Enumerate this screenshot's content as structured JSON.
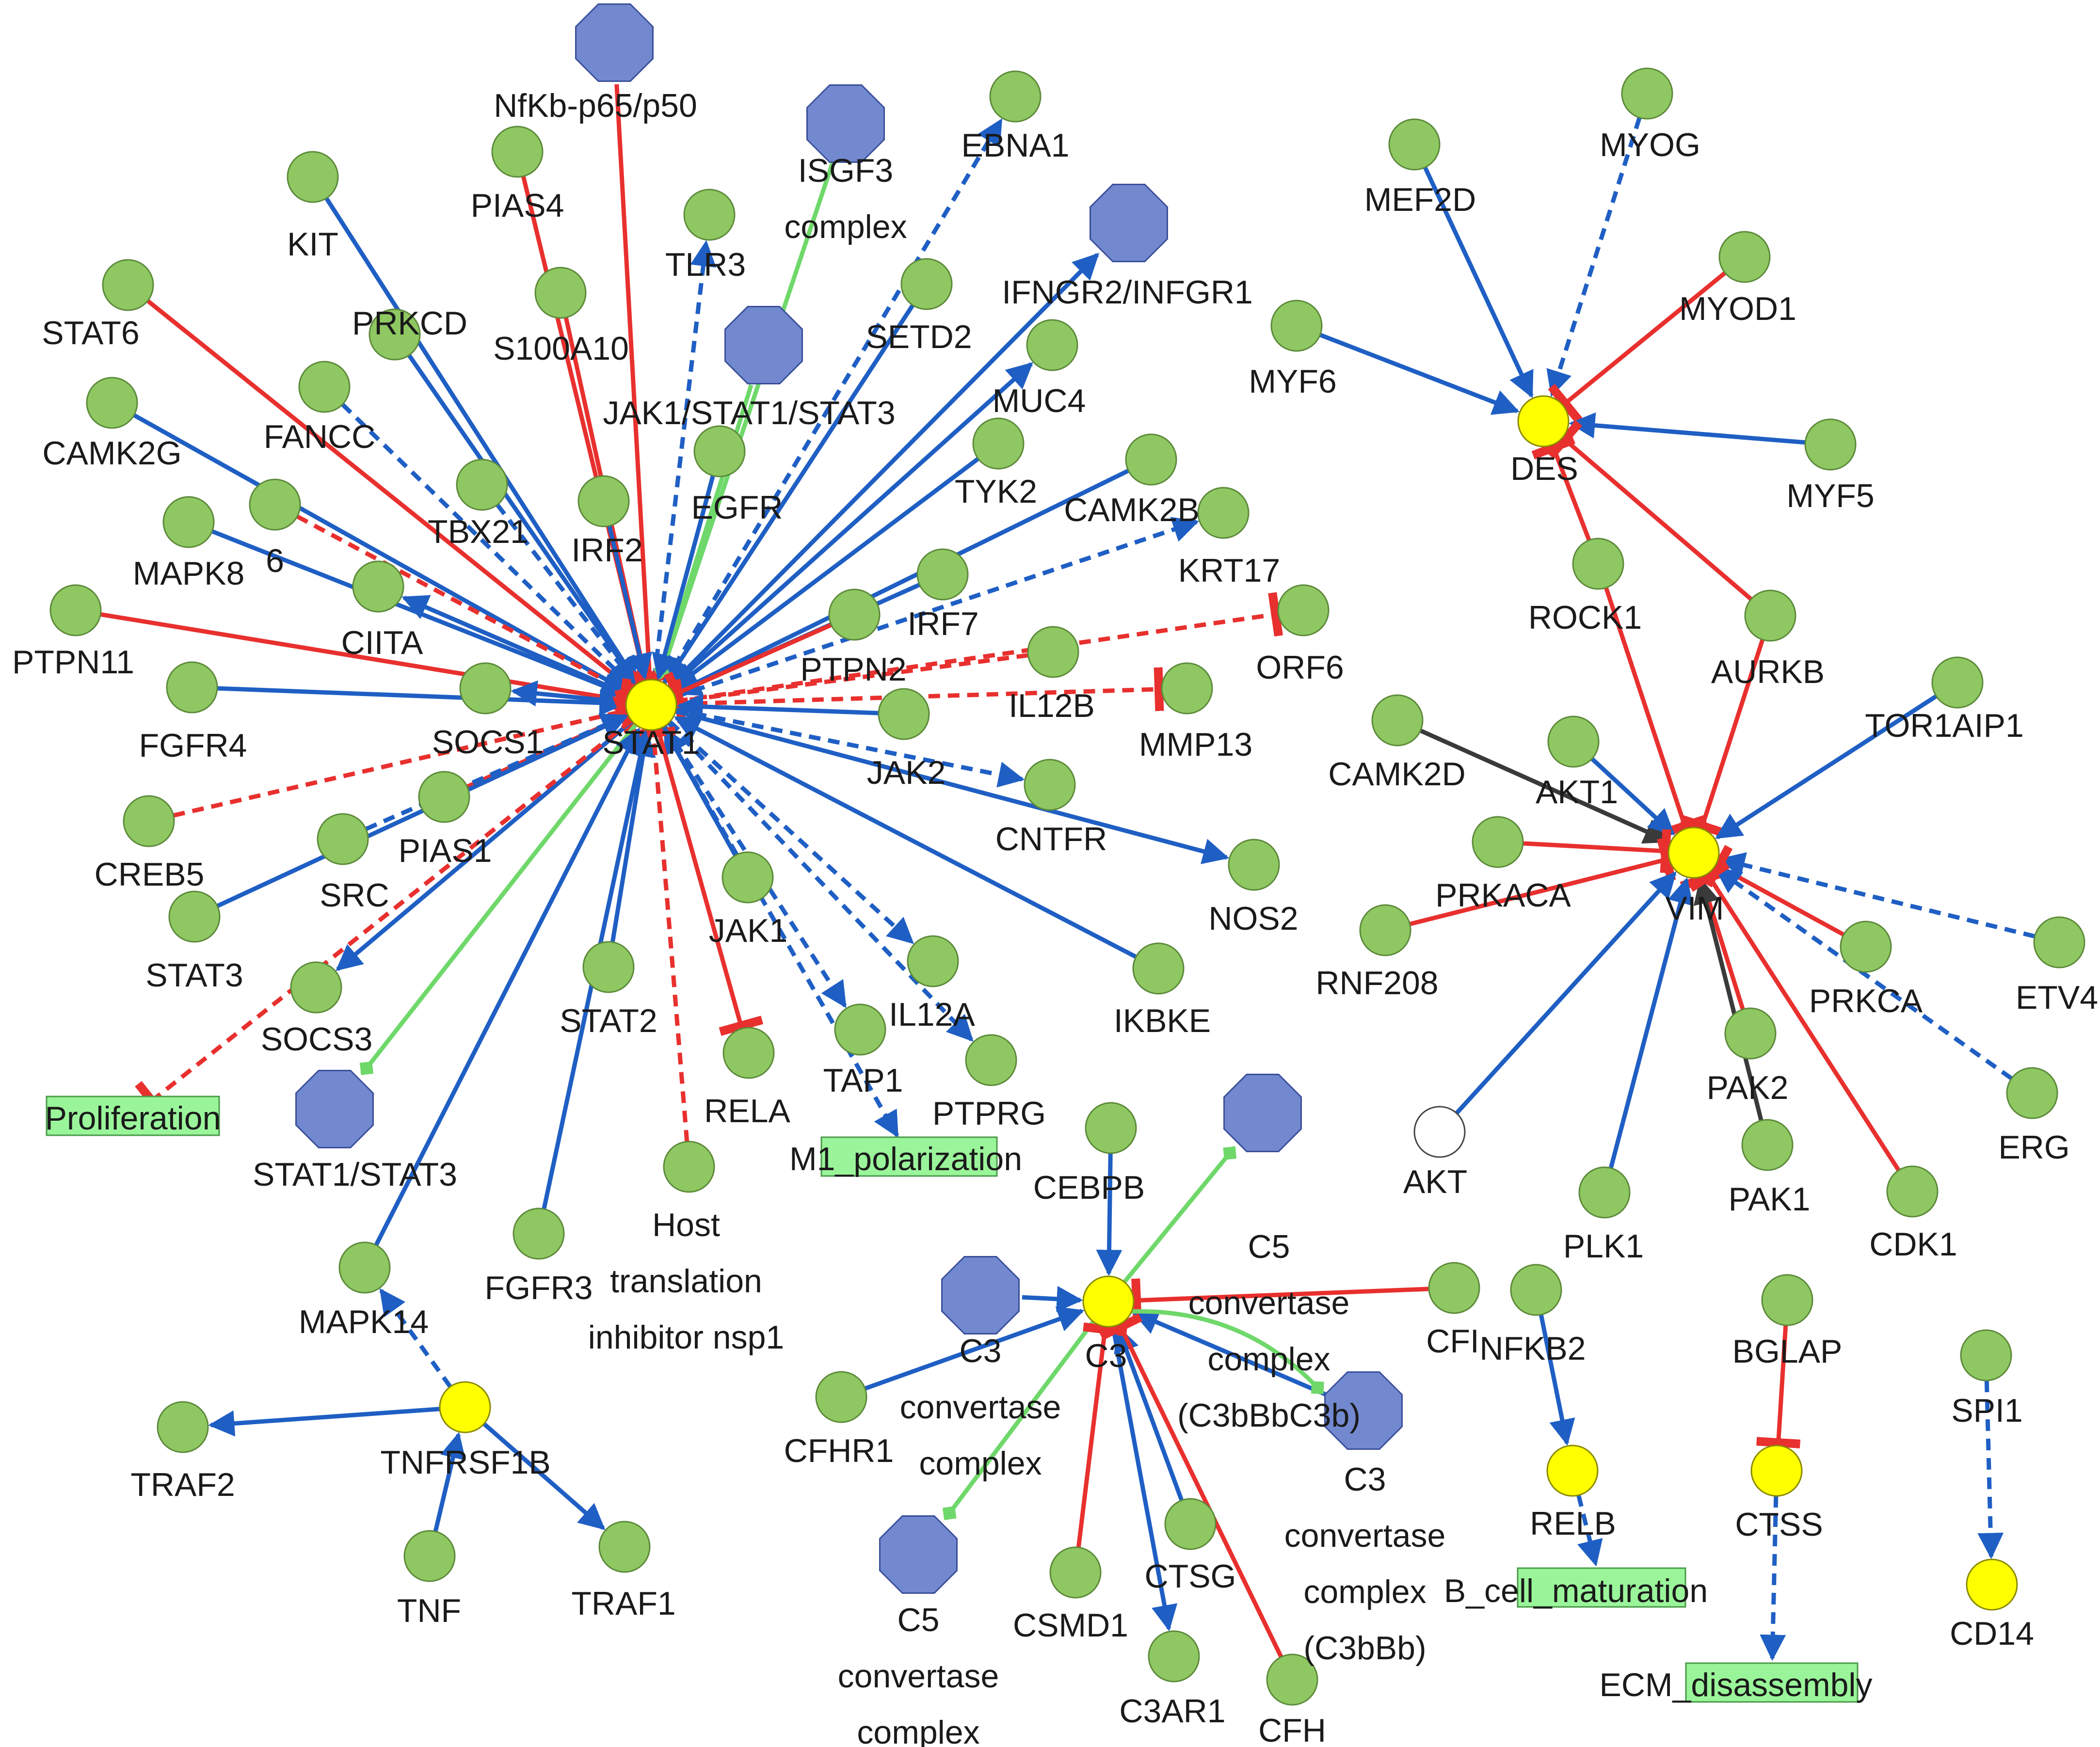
{
  "colors": {
    "activation": "#1f5fc4",
    "inhibition": "#e8302e",
    "green_edge": "#6fd86a",
    "dark_edge": "#3a3a3a",
    "gene": "#8fc862",
    "gene_stroke": "#5d8a3b",
    "complex": "#7289d0",
    "complex_stroke": "#3a4f9a",
    "target": "#ffff00",
    "target_stroke": "#8a8a00",
    "unknown": "#ffffff",
    "process_fill": "#9af59a"
  },
  "legend": {},
  "nodes": [
    {
      "id": "STAT1",
      "label": "STAT1",
      "kind": "target"
    },
    {
      "id": "NfKb",
      "label": "NfKb-p65/p50",
      "kind": "complex"
    },
    {
      "id": "ISGF3",
      "label": "ISGF3\ncomplex",
      "kind": "complex"
    },
    {
      "id": "EBNA1",
      "label": "EBNA1",
      "kind": "gene"
    },
    {
      "id": "IFNGR",
      "label": "IFNGR2/INFGR1",
      "kind": "complex"
    },
    {
      "id": "PIAS4",
      "label": "PIAS4",
      "kind": "gene"
    },
    {
      "id": "KIT",
      "label": "KIT",
      "kind": "gene"
    },
    {
      "id": "TLR3",
      "label": "TLR3",
      "kind": "gene"
    },
    {
      "id": "SETD2",
      "label": "SETD2",
      "kind": "gene"
    },
    {
      "id": "STAT6",
      "label": "STAT6",
      "kind": "gene"
    },
    {
      "id": "PRKCD",
      "label": "PRKCD",
      "kind": "gene"
    },
    {
      "id": "S100A10",
      "label": "S100A10",
      "kind": "gene"
    },
    {
      "id": "JAKSTAT",
      "label": "JAK1/STAT1/STAT3",
      "kind": "complex"
    },
    {
      "id": "MUC4",
      "label": "MUC4",
      "kind": "gene"
    },
    {
      "id": "CAMK2G",
      "label": "CAMK2G",
      "kind": "gene"
    },
    {
      "id": "FANCC",
      "label": "FANCC",
      "kind": "gene"
    },
    {
      "id": "EGFR",
      "label": "EGFR",
      "kind": "gene"
    },
    {
      "id": "TYK2",
      "label": "TYK2",
      "kind": "gene"
    },
    {
      "id": "CAMK2B",
      "label": "CAMK2B",
      "kind": "gene"
    },
    {
      "id": "IL6",
      "label": "6",
      "kind": "gene"
    },
    {
      "id": "TBX21",
      "label": "TBX21",
      "kind": "gene"
    },
    {
      "id": "IRF2",
      "label": "IRF2",
      "kind": "gene"
    },
    {
      "id": "KRT17",
      "label": "KRT17",
      "kind": "gene"
    },
    {
      "id": "MAPK8",
      "label": "MAPK8",
      "kind": "gene"
    },
    {
      "id": "CIITA",
      "label": "CIITA",
      "kind": "gene"
    },
    {
      "id": "IRF7",
      "label": "IRF7",
      "kind": "gene"
    },
    {
      "id": "ORF6",
      "label": "ORF6",
      "kind": "gene"
    },
    {
      "id": "PTPN11",
      "label": "PTPN11",
      "kind": "gene"
    },
    {
      "id": "PTPN2",
      "label": "PTPN2",
      "kind": "gene"
    },
    {
      "id": "IL12B",
      "label": "IL12B",
      "kind": "gene"
    },
    {
      "id": "MMP13",
      "label": "MMP13",
      "kind": "gene"
    },
    {
      "id": "FGFR4",
      "label": "FGFR4",
      "kind": "gene"
    },
    {
      "id": "SOCS1",
      "label": "SOCS1",
      "kind": "gene"
    },
    {
      "id": "JAK2",
      "label": "JAK2",
      "kind": "gene"
    },
    {
      "id": "CNTFR",
      "label": "CNTFR",
      "kind": "gene"
    },
    {
      "id": "CREB5",
      "label": "CREB5",
      "kind": "gene"
    },
    {
      "id": "PIAS1",
      "label": "PIAS1",
      "kind": "gene"
    },
    {
      "id": "SRC",
      "label": "SRC",
      "kind": "gene"
    },
    {
      "id": "NOS2",
      "label": "NOS2",
      "kind": "gene"
    },
    {
      "id": "JAK1",
      "label": "JAK1",
      "kind": "gene"
    },
    {
      "id": "STAT3",
      "label": "STAT3",
      "kind": "gene"
    },
    {
      "id": "IL12A",
      "label": "IL12A",
      "kind": "gene"
    },
    {
      "id": "IKBKE",
      "label": "IKBKE",
      "kind": "gene"
    },
    {
      "id": "SOCS3",
      "label": "SOCS3",
      "kind": "gene"
    },
    {
      "id": "STAT2",
      "label": "STAT2",
      "kind": "gene"
    },
    {
      "id": "TAP1",
      "label": "TAP1",
      "kind": "gene"
    },
    {
      "id": "PTPRG",
      "label": "PTPRG",
      "kind": "gene"
    },
    {
      "id": "RELA",
      "label": "RELA",
      "kind": "gene"
    },
    {
      "id": "STAT1STAT3",
      "label": "STAT1/STAT3",
      "kind": "complex"
    },
    {
      "id": "nsp1",
      "label": "Host\ntranslation\ninhibitor nsp1",
      "kind": "gene"
    },
    {
      "id": "FGFR3",
      "label": "FGFR3",
      "kind": "gene"
    },
    {
      "id": "MAPK14",
      "label": "MAPK14",
      "kind": "gene"
    },
    {
      "id": "TNFRSF1B",
      "label": "TNFRSF1B",
      "kind": "target"
    },
    {
      "id": "TRAF2",
      "label": "TRAF2",
      "kind": "gene"
    },
    {
      "id": "TNF",
      "label": "TNF",
      "kind": "gene"
    },
    {
      "id": "TRAF1",
      "label": "TRAF1",
      "kind": "gene"
    },
    {
      "id": "DES",
      "label": "DES",
      "kind": "target"
    },
    {
      "id": "MYOG",
      "label": "MYOG",
      "kind": "gene"
    },
    {
      "id": "MEF2D",
      "label": "MEF2D",
      "kind": "gene"
    },
    {
      "id": "MYOD1",
      "label": "MYOD1",
      "kind": "gene"
    },
    {
      "id": "MYF6",
      "label": "MYF6",
      "kind": "gene"
    },
    {
      "id": "MYF5",
      "label": "MYF5",
      "kind": "gene"
    },
    {
      "id": "ROCK1",
      "label": "ROCK1",
      "kind": "gene"
    },
    {
      "id": "AURKB",
      "label": "AURKB",
      "kind": "gene"
    },
    {
      "id": "VIM",
      "label": "VIM",
      "kind": "target"
    },
    {
      "id": "TOR1AIP1",
      "label": "TOR1AIP1",
      "kind": "gene"
    },
    {
      "id": "CAMK2D",
      "label": "CAMK2D",
      "kind": "gene"
    },
    {
      "id": "AKT1",
      "label": "AKT1",
      "kind": "gene"
    },
    {
      "id": "PRKACA",
      "label": "PRKACA",
      "kind": "gene"
    },
    {
      "id": "RNF208",
      "label": "RNF208",
      "kind": "gene"
    },
    {
      "id": "ETV4",
      "label": "ETV4",
      "kind": "gene"
    },
    {
      "id": "PRKCA",
      "label": "PRKCA",
      "kind": "gene"
    },
    {
      "id": "PAK2",
      "label": "PAK2",
      "kind": "gene"
    },
    {
      "id": "ERG",
      "label": "ERG",
      "kind": "gene"
    },
    {
      "id": "PAK1",
      "label": "PAK1",
      "kind": "gene"
    },
    {
      "id": "AKT",
      "label": "AKT",
      "kind": "unknown"
    },
    {
      "id": "CDK1",
      "label": "CDK1",
      "kind": "gene"
    },
    {
      "id": "PLK1",
      "label": "PLK1",
      "kind": "gene"
    },
    {
      "id": "C3",
      "label": "C3",
      "kind": "target"
    },
    {
      "id": "C5a",
      "label": "C5\nconvertase\ncomplex\n(C3bBbC3b)",
      "kind": "complex"
    },
    {
      "id": "CEBPB",
      "label": "CEBPB",
      "kind": "gene"
    },
    {
      "id": "C3conv",
      "label": "C3\nconvertase\ncomplex",
      "kind": "complex"
    },
    {
      "id": "CFI",
      "label": "CFI",
      "kind": "gene"
    },
    {
      "id": "CFHR1",
      "label": "CFHR1",
      "kind": "gene"
    },
    {
      "id": "C3b",
      "label": "C3\nconvertase\ncomplex\n(C3bBb)",
      "kind": "complex"
    },
    {
      "id": "C5b",
      "label": "C5\nconvertase\ncomplex",
      "kind": "complex"
    },
    {
      "id": "CTSG",
      "label": "CTSG",
      "kind": "gene"
    },
    {
      "id": "CSMD1",
      "label": "CSMD1",
      "kind": "gene"
    },
    {
      "id": "C3AR1",
      "label": "C3AR1",
      "kind": "gene"
    },
    {
      "id": "CFH",
      "label": "CFH",
      "kind": "gene"
    },
    {
      "id": "NFKB2",
      "label": "NFKB2",
      "kind": "gene"
    },
    {
      "id": "RELB",
      "label": "RELB",
      "kind": "target"
    },
    {
      "id": "BGLAP",
      "label": "BGLAP",
      "kind": "gene"
    },
    {
      "id": "CTSS",
      "label": "CTSS",
      "kind": "target"
    },
    {
      "id": "SPI1",
      "label": "SPI1",
      "kind": "gene"
    },
    {
      "id": "CD14",
      "label": "CD14",
      "kind": "target"
    }
  ],
  "processes": [
    {
      "id": "Proliferation",
      "label": "Proliferation"
    },
    {
      "id": "M1",
      "label": "M1_polarization"
    },
    {
      "id": "Bcell",
      "label": "B_cell_maturation"
    },
    {
      "id": "ECM",
      "label": "ECM_disassembly"
    }
  ],
  "edges": [
    {
      "from": "NfKb",
      "to": "STAT1",
      "type": "inhibition",
      "style": "solid"
    },
    {
      "from": "ISGF3",
      "to": "STAT1",
      "type": "green",
      "style": "solid"
    },
    {
      "from": "STAT1",
      "to": "EBNA1",
      "type": "activation",
      "style": "dashed"
    },
    {
      "from": "STAT1",
      "to": "IFNGR",
      "type": "activation",
      "style": "solid"
    },
    {
      "from": "PIAS4",
      "to": "STAT1",
      "type": "inhibition",
      "style": "solid"
    },
    {
      "from": "KIT",
      "to": "STAT1",
      "type": "activation",
      "style": "solid"
    },
    {
      "from": "STAT1",
      "to": "TLR3",
      "type": "activation",
      "style": "dashed"
    },
    {
      "from": "SETD2",
      "to": "STAT1",
      "type": "activation",
      "style": "solid"
    },
    {
      "from": "STAT6",
      "to": "STAT1",
      "type": "inhibition",
      "style": "solid"
    },
    {
      "from": "PRKCD",
      "to": "STAT1",
      "type": "activation",
      "style": "solid"
    },
    {
      "from": "S100A10",
      "to": "STAT1",
      "type": "inhibition",
      "style": "solid"
    },
    {
      "from": "JAKSTAT",
      "to": "STAT1",
      "type": "green",
      "style": "solid"
    },
    {
      "from": "STAT1",
      "to": "MUC4",
      "type": "activation",
      "style": "solid"
    },
    {
      "from": "CAMK2G",
      "to": "STAT1",
      "type": "activation",
      "style": "solid"
    },
    {
      "from": "FANCC",
      "to": "STAT1",
      "type": "activation",
      "style": "dashed"
    },
    {
      "from": "EGFR",
      "to": "STAT1",
      "type": "activation",
      "style": "solid"
    },
    {
      "from": "TYK2",
      "to": "STAT1",
      "type": "activation",
      "style": "solid"
    },
    {
      "from": "CAMK2B",
      "to": "STAT1",
      "type": "activation",
      "style": "solid"
    },
    {
      "from": "IL6",
      "to": "STAT1",
      "type": "inhibition",
      "style": "dashed"
    },
    {
      "from": "TBX21",
      "to": "STAT1",
      "type": "activation",
      "style": "dashed"
    },
    {
      "from": "IRF2",
      "to": "STAT1",
      "type": "activation",
      "style": "solid"
    },
    {
      "from": "STAT1",
      "to": "KRT17",
      "type": "activation",
      "style": "dashed"
    },
    {
      "from": "MAPK8",
      "to": "STAT1",
      "type": "activation",
      "style": "solid"
    },
    {
      "from": "STAT1",
      "to": "CIITA",
      "type": "activation",
      "style": "solid"
    },
    {
      "from": "IRF7",
      "to": "STAT1",
      "type": "activation",
      "style": "solid"
    },
    {
      "from": "STAT1",
      "to": "ORF6",
      "type": "inhibition",
      "style": "dashed"
    },
    {
      "from": "PTPN11",
      "to": "STAT1",
      "type": "inhibition",
      "style": "solid"
    },
    {
      "from": "PTPN2",
      "to": "STAT1",
      "type": "inhibition",
      "style": "solid"
    },
    {
      "from": "IL12B",
      "to": "STAT1",
      "type": "inhibition",
      "style": "dashed"
    },
    {
      "from": "STAT1",
      "to": "MMP13",
      "type": "inhibition",
      "style": "dashed"
    },
    {
      "from": "FGFR4",
      "to": "STAT1",
      "type": "activation",
      "style": "solid"
    },
    {
      "from": "STAT1",
      "to": "SOCS1",
      "type": "activation",
      "style": "solid"
    },
    {
      "from": "JAK2",
      "to": "STAT1",
      "type": "activation",
      "style": "solid"
    },
    {
      "from": "STAT1",
      "to": "CNTFR",
      "type": "activation",
      "style": "dashed"
    },
    {
      "from": "CREB5",
      "to": "STAT1",
      "type": "inhibition",
      "style": "dashed"
    },
    {
      "from": "PIAS1",
      "to": "STAT1",
      "type": "inhibition",
      "style": "solid"
    },
    {
      "from": "SRC",
      "to": "STAT1",
      "type": "activation",
      "style": "dashed"
    },
    {
      "from": "STAT1",
      "to": "NOS2",
      "type": "activation",
      "style": "solid"
    },
    {
      "from": "JAK1",
      "to": "STAT1",
      "type": "activation",
      "style": "solid"
    },
    {
      "from": "STAT3",
      "to": "STAT1",
      "type": "activation",
      "style": "solid"
    },
    {
      "from": "STAT1",
      "to": "IL12A",
      "type": "activation",
      "style": "dashed"
    },
    {
      "from": "IKBKE",
      "to": "STAT1",
      "type": "activation",
      "style": "solid"
    },
    {
      "from": "STAT1",
      "to": "SOCS3",
      "type": "activation",
      "style": "solid"
    },
    {
      "from": "STAT2",
      "to": "STAT1",
      "type": "activation",
      "style": "solid"
    },
    {
      "from": "STAT1",
      "to": "TAP1",
      "type": "activation",
      "style": "dashed"
    },
    {
      "from": "STAT1",
      "to": "PTPRG",
      "type": "activation",
      "style": "dashed"
    },
    {
      "from": "STAT1",
      "to": "RELA",
      "type": "inhibition",
      "style": "solid"
    },
    {
      "from": "STAT1",
      "to": "STAT1STAT3",
      "type": "green",
      "style": "solid"
    },
    {
      "from": "nsp1",
      "to": "STAT1",
      "type": "inhibition",
      "style": "dashed"
    },
    {
      "from": "FGFR3",
      "to": "STAT1",
      "type": "activation",
      "style": "solid"
    },
    {
      "from": "MAPK14",
      "to": "STAT1",
      "type": "activation",
      "style": "solid"
    },
    {
      "from": "STAT1",
      "to": "Proliferation",
      "type": "inhibition",
      "style": "dashed"
    },
    {
      "from": "STAT1",
      "to": "M1",
      "type": "activation",
      "style": "dashed"
    },
    {
      "from": "TNFRSF1B",
      "to": "MAPK14",
      "type": "activation",
      "style": "dashed"
    },
    {
      "from": "TNFRSF1B",
      "to": "TRAF2",
      "type": "activation",
      "style": "solid"
    },
    {
      "from": "TNF",
      "to": "TNFRSF1B",
      "type": "activation",
      "style": "solid"
    },
    {
      "from": "TNFRSF1B",
      "to": "TRAF1",
      "type": "activation",
      "style": "solid"
    },
    {
      "from": "MYOG",
      "to": "DES",
      "type": "activation",
      "style": "dashed"
    },
    {
      "from": "MEF2D",
      "to": "DES",
      "type": "activation",
      "style": "solid"
    },
    {
      "from": "MYOD1",
      "to": "DES",
      "type": "inhibition",
      "style": "solid"
    },
    {
      "from": "MYF6",
      "to": "DES",
      "type": "activation",
      "style": "solid"
    },
    {
      "from": "MYF5",
      "to": "DES",
      "type": "activation",
      "style": "solid"
    },
    {
      "from": "ROCK1",
      "to": "DES",
      "type": "inhibition",
      "style": "solid"
    },
    {
      "from": "AURKB",
      "to": "DES",
      "type": "inhibition",
      "style": "solid"
    },
    {
      "from": "ROCK1",
      "to": "VIM",
      "type": "inhibition",
      "style": "solid"
    },
    {
      "from": "AURKB",
      "to": "VIM",
      "type": "inhibition",
      "style": "solid"
    },
    {
      "from": "TOR1AIP1",
      "to": "VIM",
      "type": "activation",
      "style": "solid"
    },
    {
      "from": "CAMK2D",
      "to": "VIM",
      "type": "dark",
      "style": "solid"
    },
    {
      "from": "AKT1",
      "to": "VIM",
      "type": "activation",
      "style": "solid"
    },
    {
      "from": "PRKACA",
      "to": "VIM",
      "type": "inhibition",
      "style": "solid"
    },
    {
      "from": "RNF208",
      "to": "VIM",
      "type": "inhibition",
      "style": "solid"
    },
    {
      "from": "ETV4",
      "to": "VIM",
      "type": "activation",
      "style": "dashed"
    },
    {
      "from": "PRKCA",
      "to": "VIM",
      "type": "inhibition",
      "style": "solid"
    },
    {
      "from": "PAK2",
      "to": "VIM",
      "type": "inhibition",
      "style": "solid"
    },
    {
      "from": "ERG",
      "to": "VIM",
      "type": "activation",
      "style": "dashed"
    },
    {
      "from": "PAK1",
      "to": "VIM",
      "type": "dark",
      "style": "solid"
    },
    {
      "from": "AKT",
      "to": "VIM",
      "type": "activation",
      "style": "solid"
    },
    {
      "from": "CDK1",
      "to": "VIM",
      "type": "inhibition",
      "style": "solid"
    },
    {
      "from": "PLK1",
      "to": "VIM",
      "type": "activation",
      "style": "solid"
    },
    {
      "from": "C3",
      "to": "C5a",
      "type": "green",
      "style": "solid"
    },
    {
      "from": "CEBPB",
      "to": "C3",
      "type": "activation",
      "style": "solid"
    },
    {
      "from": "C3conv",
      "to": "C3",
      "type": "activation",
      "style": "solid"
    },
    {
      "from": "CFI",
      "to": "C3",
      "type": "inhibition",
      "style": "solid"
    },
    {
      "from": "CFHR1",
      "to": "C3",
      "type": "activation",
      "style": "solid"
    },
    {
      "from": "C3b",
      "to": "C3",
      "type": "activation",
      "style": "solid"
    },
    {
      "from": "C3",
      "to": "C3b",
      "type": "green",
      "style": "curved"
    },
    {
      "from": "C3",
      "to": "C5b",
      "type": "green",
      "style": "solid"
    },
    {
      "from": "CTSG",
      "to": "C3",
      "type": "activation",
      "style": "solid"
    },
    {
      "from": "CSMD1",
      "to": "C3",
      "type": "inhibition",
      "style": "solid"
    },
    {
      "from": "C3",
      "to": "C3AR1",
      "type": "activation",
      "style": "solid"
    },
    {
      "from": "CFH",
      "to": "C3",
      "type": "inhibition",
      "style": "solid"
    },
    {
      "from": "NFKB2",
      "to": "RELB",
      "type": "activation",
      "style": "solid"
    },
    {
      "from": "RELB",
      "to": "Bcell",
      "type": "activation",
      "style": "dashed"
    },
    {
      "from": "BGLAP",
      "to": "CTSS",
      "type": "inhibition",
      "style": "solid"
    },
    {
      "from": "CTSS",
      "to": "ECM",
      "type": "activation",
      "style": "dashed"
    },
    {
      "from": "SPI1",
      "to": "CD14",
      "type": "activation",
      "style": "dashed"
    }
  ]
}
